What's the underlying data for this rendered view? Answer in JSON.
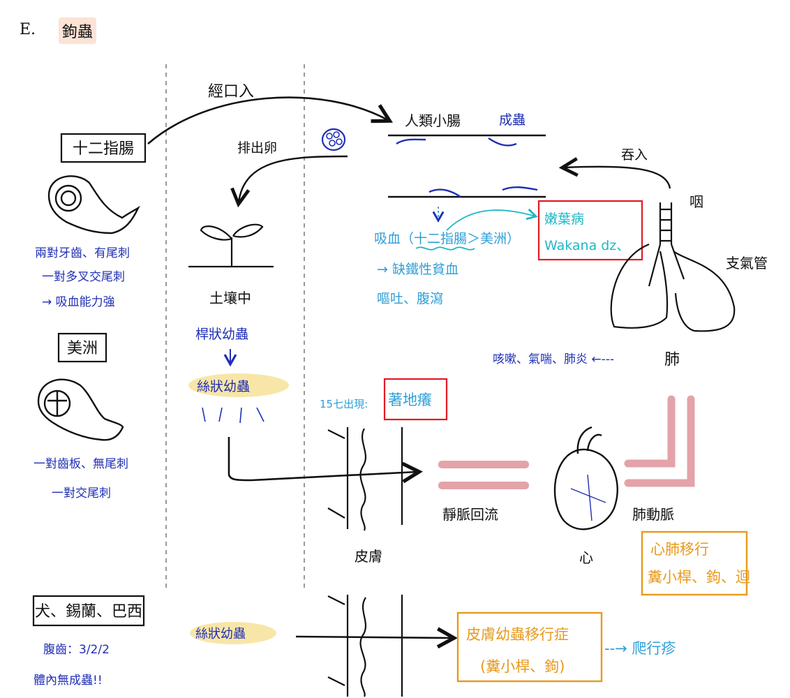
{
  "heading": {
    "letter": "E.",
    "title": "鉤蟲"
  },
  "left_column": {
    "duodenale_label": "十二指腸",
    "duodenale_notes": [
      "兩對牙齒、有尾刺",
      "一對多叉交尾刺",
      "→ 吸血能力強"
    ],
    "americanus_label": "美洲",
    "americanus_notes": [
      "一對齒板、無尾刺",
      "一對交尾刺"
    ],
    "other_label": "犬、錫蘭、巴西",
    "other_notes": [
      "腹齒：3/2/2",
      "體內無成蟲!!"
    ]
  },
  "soil_column": {
    "excrete_label": "排出卵",
    "soil_label": "土壤中",
    "rhabditiform_label": "桿狀幼蟲",
    "filariform_label": "絲狀幼蟲",
    "filariform_label_bottom": "絲狀幼蟲"
  },
  "top_path": {
    "oral_label": "經口入",
    "small_intestine_label": "人類小腸",
    "adult_label": "成蟲",
    "swallow_label": "吞入"
  },
  "symptoms": {
    "line1": "吸血（十二指腸＞美洲）",
    "line2": "→ 缺鐵性貧血",
    "line3": "嘔吐、腹瀉",
    "wakana_line1": "嫩葉病",
    "wakana_line2": "Wakana dz、",
    "ground_itch_prefix": "15七出現:",
    "ground_itch": "著地癢"
  },
  "lung": {
    "pharynx_label": "咽",
    "bronchi_label": "支氣管",
    "lung_label": "肺",
    "lung_symptoms": "咳嗽、氣喘、肺炎 ←---"
  },
  "migration": {
    "skin_label": "皮膚",
    "venous_label": "靜脈回流",
    "heart_label": "心",
    "pulmonary_label": "肺動脈",
    "cardiopulmonary_line1": "心肺移行",
    "cardiopulmonary_line2": "糞小桿、鉤、迴",
    "cutaneous_line1": "皮膚幼蟲移行症",
    "cutaneous_line2": "(糞小桿、鉤)",
    "creeping_label": "--→ 爬行疹"
  },
  "colors": {
    "ink": "#111111",
    "navy": "#1f2fb5",
    "cyan": "#2f9fd6",
    "teal": "#1fb8c4",
    "orange": "#e79a1c",
    "red_box": "#e01b24",
    "highlight_yellow": "#f8e6a8",
    "vessel_pink": "#e3a3a8"
  }
}
